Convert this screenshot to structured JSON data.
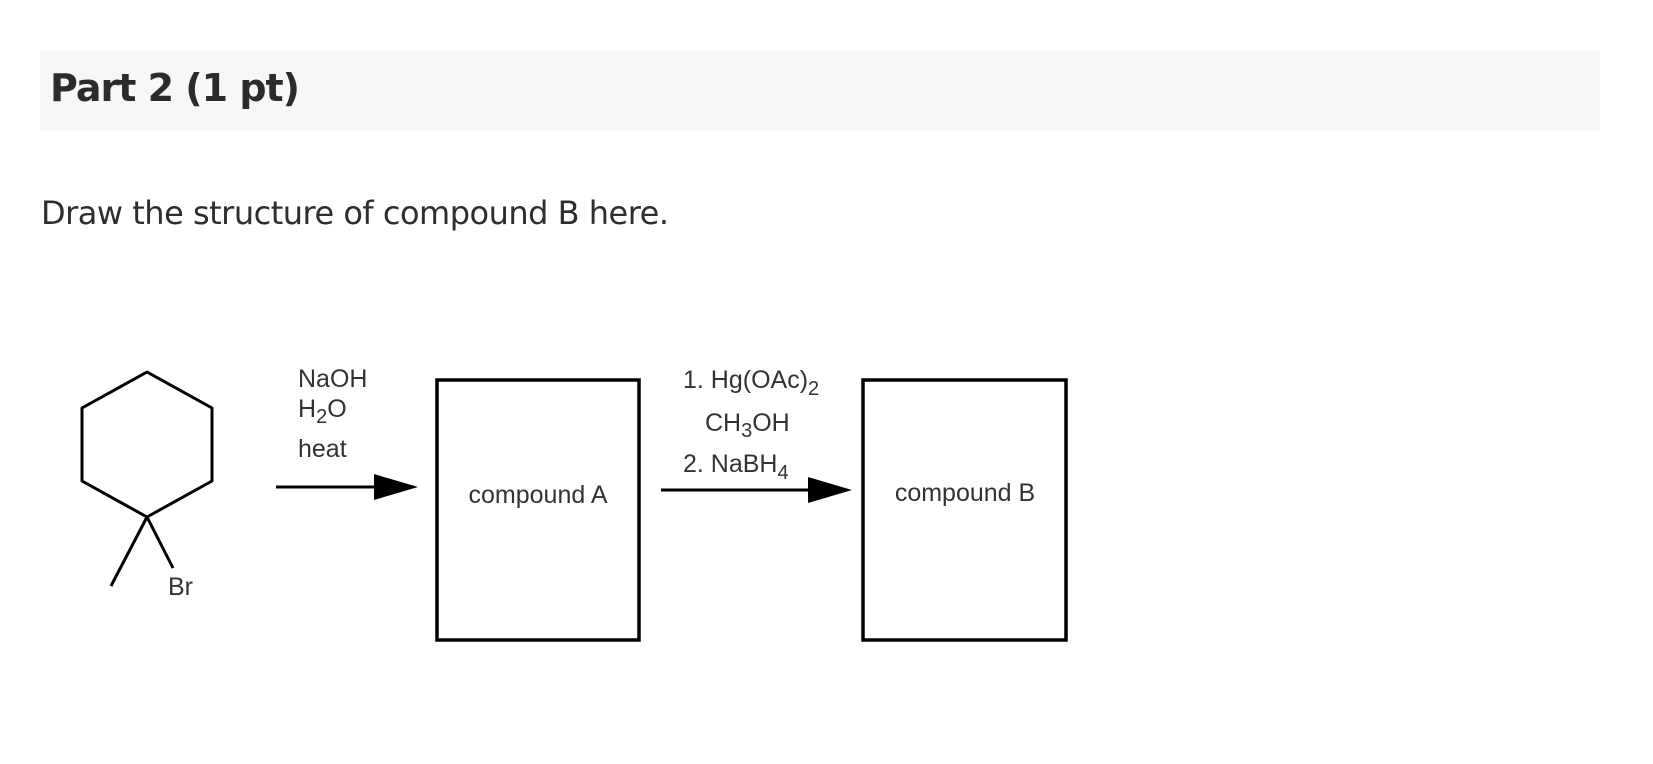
{
  "part": {
    "title": "Part 2 (1 pt)"
  },
  "question": {
    "prompt": "Draw the structure of compound B here."
  },
  "scheme": {
    "starting_material": {
      "substituent_label": "Br"
    },
    "step1": {
      "reagent_1": "NaOH",
      "reagent_2_main": "H",
      "reagent_2_sub": "2",
      "reagent_2_tail": "O",
      "condition": "heat"
    },
    "compound_a": {
      "label": "compound A"
    },
    "step2": {
      "line1_main": "1. Hg(OAc)",
      "line1_sub": "2",
      "line2_pre": "CH",
      "line2_sub": "3",
      "line2_post": "OH",
      "line3_main": "2. NaBH",
      "line3_sub": "4"
    },
    "compound_b": {
      "label": "compound B"
    }
  }
}
